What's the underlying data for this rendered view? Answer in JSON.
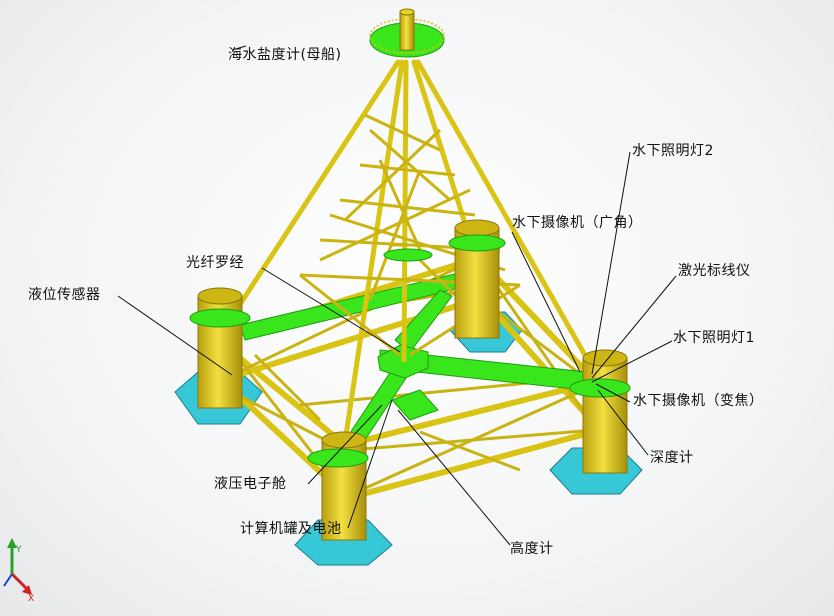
{
  "labels": {
    "salinity_meter": "海水盐度计(母船)",
    "fiber_gyro": "光纤罗经",
    "level_sensor": "液位传感器",
    "underwater_light_2": "水下照明灯2",
    "camera_wide": "水下摄像机（广角）",
    "laser_marker": "激光标线仪",
    "underwater_light_1": "水下照明灯1",
    "camera_zoom": "水下摄像机（变焦）",
    "depth_meter": "深度计",
    "hydraulic_cabin": "液压电子舱",
    "computer_tank": "计算机罐及电池",
    "altimeter": "高度计"
  },
  "triad": {
    "y_axis": "Y",
    "x_axis": "X"
  },
  "colors": {
    "frame": "#e8d21c",
    "frame_dark": "#b8a010",
    "deck": "#39e61c",
    "pad": "#37c8d8",
    "leader": "#111111"
  }
}
